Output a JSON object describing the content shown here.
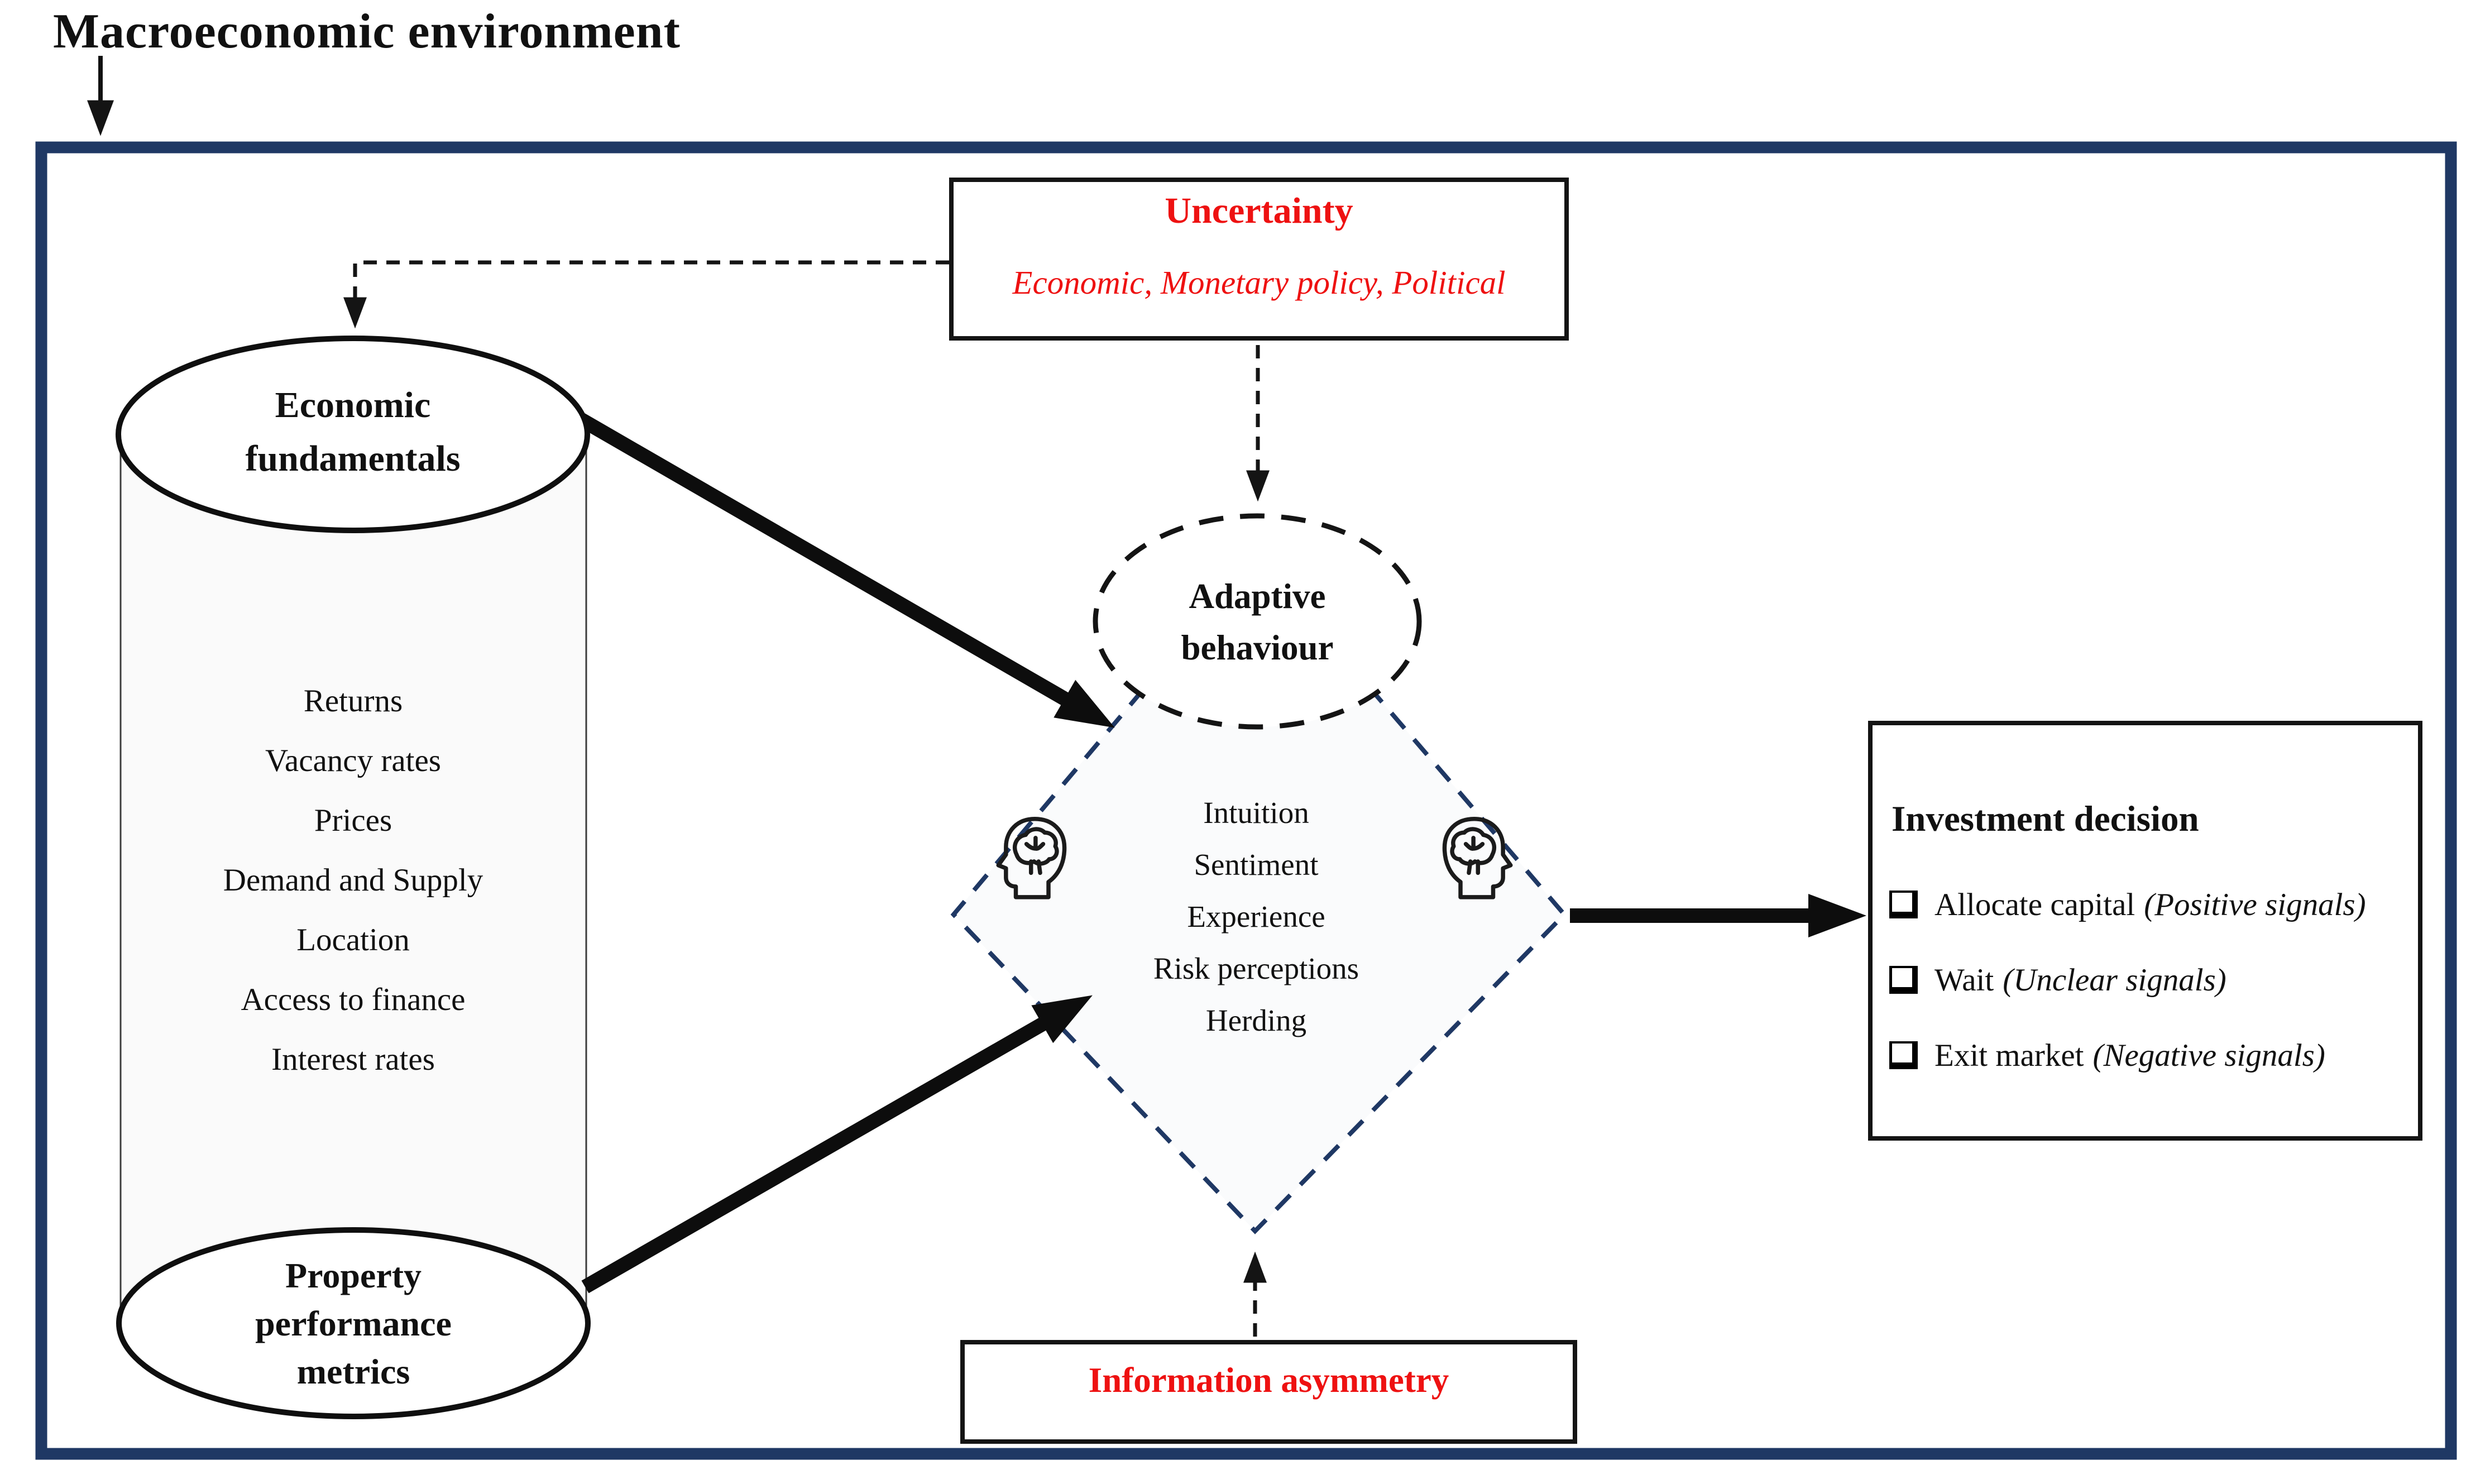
{
  "page": {
    "title": "Macroeconomic environment"
  },
  "colors": {
    "navy_border": "#1f3864",
    "red_text": "#ee1111",
    "black": "#111111",
    "cylinder_fill": "#fafafa",
    "diamond_fill": "#fafbfc"
  },
  "uncertainty": {
    "title": "Uncertainty",
    "subtitle": "Economic, Monetary policy, Political"
  },
  "economic": {
    "line1": "Economic",
    "line2": "fundamentals"
  },
  "cylinder": {
    "items": [
      "Returns",
      "Vacancy rates",
      "Prices",
      "Demand and Supply",
      "Location",
      "Access to finance",
      "Interest rates"
    ]
  },
  "property": {
    "line1": "Property",
    "line2": "performance",
    "line3": "metrics"
  },
  "adaptive": {
    "line1": "Adaptive",
    "line2": "behaviour"
  },
  "diamond": {
    "items": [
      "Intuition",
      "Sentiment",
      "Experience",
      "Risk perceptions",
      "Herding"
    ]
  },
  "decision": {
    "title": "Investment decision",
    "items": [
      {
        "label": "Allocate capital",
        "signal": "(Positive signals)"
      },
      {
        "label": "Wait",
        "signal": "(Unclear signals)"
      },
      {
        "label": "Exit market",
        "signal": "(Negative signals)"
      }
    ]
  },
  "info": {
    "title": "Information asymmetry"
  },
  "icons": {
    "left": "head-brain-icon",
    "right": "head-brain-icon"
  }
}
